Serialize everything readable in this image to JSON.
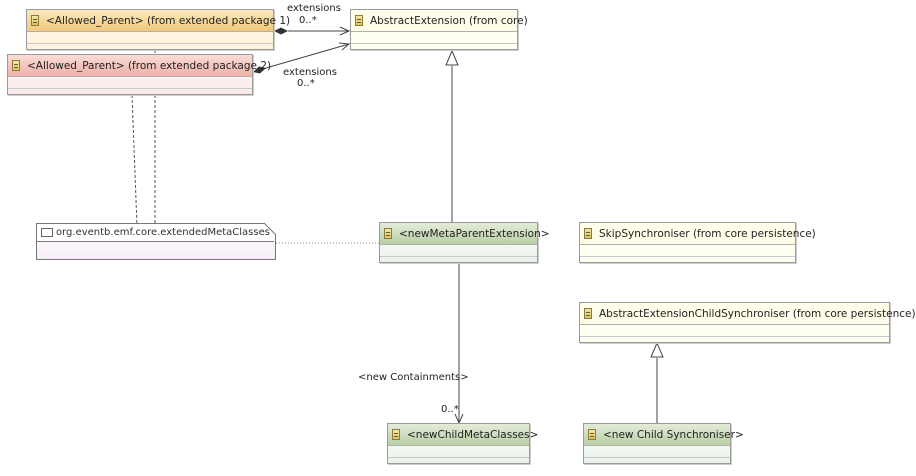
{
  "classes": {
    "allowed_parent_1": "<Allowed_Parent> (from extended package 1)",
    "allowed_parent_2": "<Allowed_Parent> (from extended package 2)",
    "abstract_extension": "AbstractExtension (from core)",
    "new_meta_parent_extension": "<newMetaParentExtension>",
    "skip_synchroniser": "SkipSynchroniser (from core persistence)",
    "abstract_extension_child_synchroniser": "AbstractExtensionChildSynchroniser (from core persistence)",
    "new_child_meta_classes": "<newChildMetaClasses>",
    "new_child_synchroniser": "<new Child Synchroniser>"
  },
  "note": {
    "text": "org.eventb.emf.core.extendedMetaClasses"
  },
  "associations": {
    "ext1_role": "extensions",
    "ext1_mult": "0..*",
    "ext2_role": "extensions",
    "ext2_mult": "0..*",
    "containment_role": "<new Containments>",
    "containment_mult": "0..*"
  },
  "colors": {
    "orange_header": "#f0c97c",
    "pink_header": "#eeb1a8",
    "yellow_header": "#fffde9",
    "green_header": "#b9cfa6",
    "line": "#555555"
  }
}
